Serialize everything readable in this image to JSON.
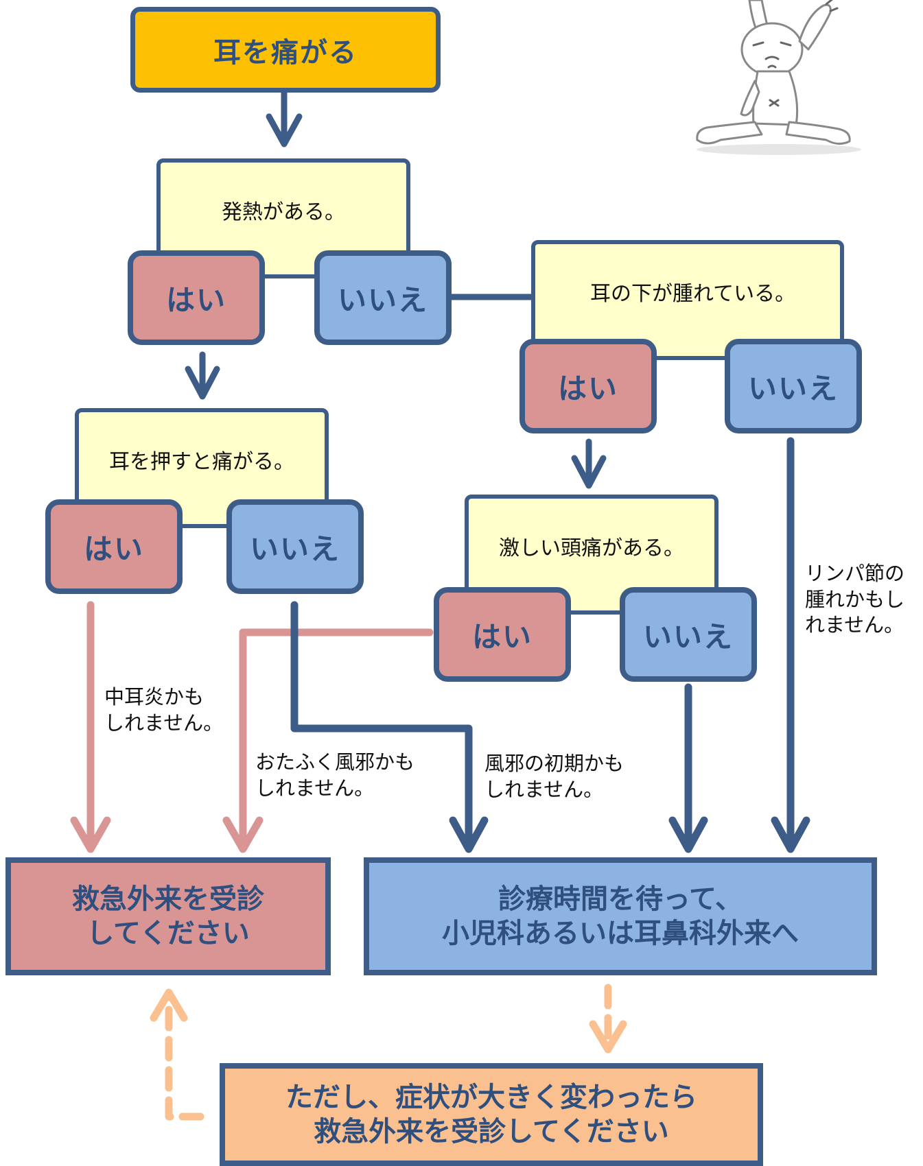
{
  "start": {
    "label": "耳を痛がる"
  },
  "q1": {
    "text": "発熱がある。"
  },
  "q2": {
    "text": "耳の下が腫れている。"
  },
  "q3": {
    "text": "耳を押すと痛がる。"
  },
  "q4": {
    "text": "激しい頭痛がある。"
  },
  "answers": {
    "yes": "はい",
    "no": "いいえ"
  },
  "notes": {
    "otitis": {
      "line1": "中耳炎かも",
      "line2": "しれません。"
    },
    "mumps": {
      "line1": "おたふく風邪かも",
      "line2": "しれません。"
    },
    "cold": {
      "line1": "風邪の初期かも",
      "line2": "しれません。"
    },
    "lymph": {
      "line1": "リンパ節の",
      "line2": "腫れかもし",
      "line3": "れません。"
    }
  },
  "results": {
    "emergency": {
      "line1": "救急外来を受診",
      "line2": "してください"
    },
    "clinic": {
      "line1": "診療時間を待って、",
      "line2": "小児科あるいは耳鼻科外来へ"
    },
    "caution": {
      "line1": "ただし、症状が大きく変わったら",
      "line2": "救急外来を受診してください"
    }
  },
  "colors": {
    "accent": "#3e5c88",
    "yes": "#d99594",
    "no": "#8db3e2",
    "start": "#fdc003",
    "question": "#ffffcc",
    "caution": "#fac090"
  }
}
